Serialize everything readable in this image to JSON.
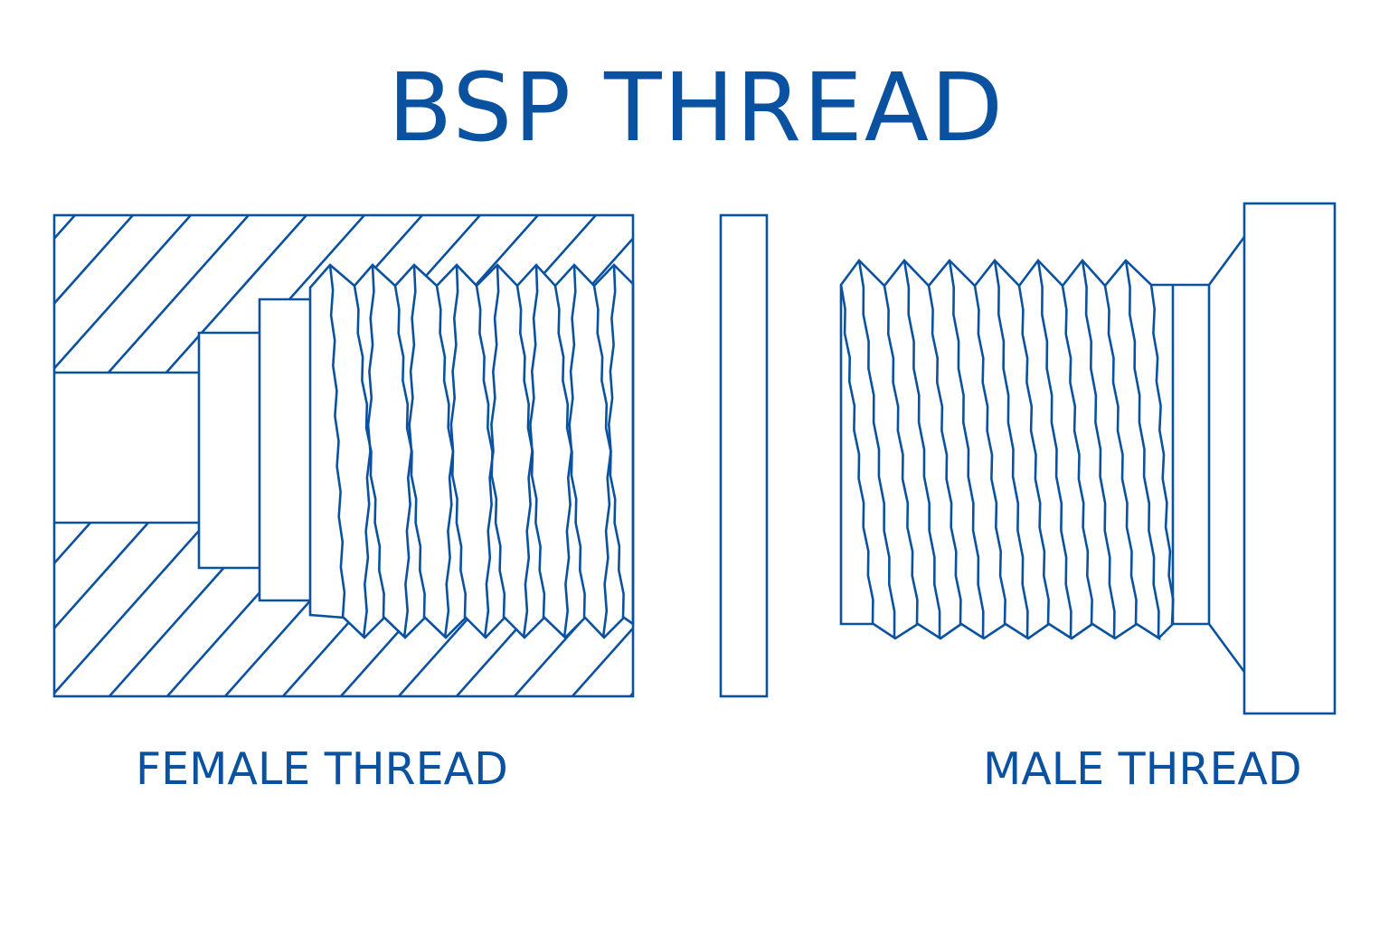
{
  "title": "BSP THREAD",
  "labels": {
    "female": "FEMALE THREAD",
    "male": "MALE THREAD"
  },
  "colors": {
    "line": "#0a52a0",
    "background": "#ffffff"
  }
}
